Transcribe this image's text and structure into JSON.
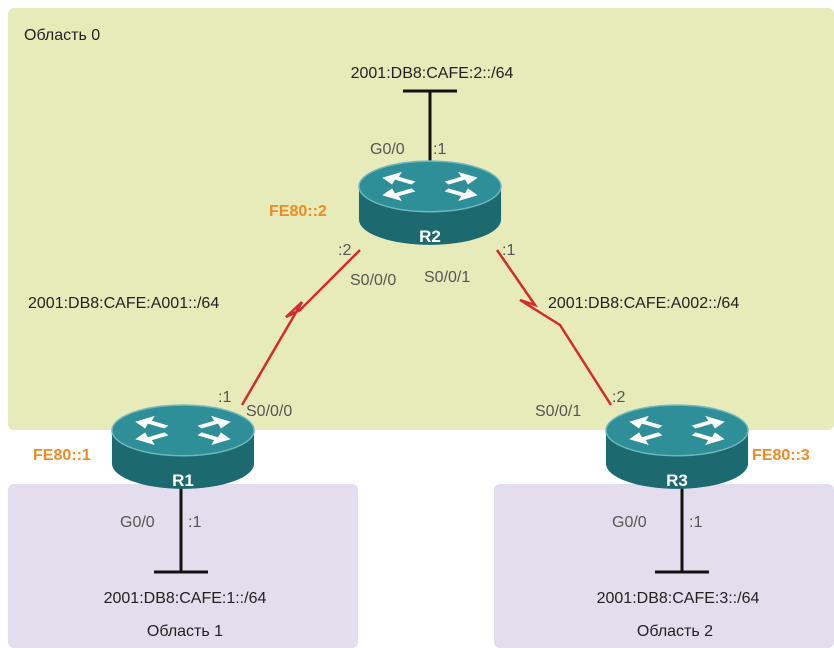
{
  "colors": {
    "area0": "#e7ebb9",
    "area_other": "#e4dded",
    "serial_link": "#d62b2b",
    "lan_line": "#111111",
    "router_top": "#2e8f98",
    "router_side": "#1d6970",
    "link_local": "#f08a24"
  },
  "areas": {
    "area0": "Область 0",
    "area1": "Область 1",
    "area2": "Область 2"
  },
  "routers": {
    "r1": {
      "name": "R1",
      "link_local": "FE80::1"
    },
    "r2": {
      "name": "R2",
      "link_local": "FE80::2"
    },
    "r3": {
      "name": "R3",
      "link_local": "FE80::3"
    }
  },
  "networks": {
    "r2_lan": "2001:DB8:CAFE:2::/64",
    "r1_lan": "2001:DB8:CAFE:1::/64",
    "r3_lan": "2001:DB8:CAFE:3::/64",
    "r1_r2": "2001:DB8:CAFE:A001::/64",
    "r2_r3": "2001:DB8:CAFE:A002::/64"
  },
  "interfaces": {
    "r2_g00": "G0/0",
    "r2_g00_host": ":1",
    "r2_s000": "S0/0/0",
    "r2_s000_host": ":2",
    "r2_s001": "S0/0/1",
    "r2_s001_host": ":1",
    "r1_s000": "S0/0/0",
    "r1_s000_host": ":1",
    "r1_g00": "G0/0",
    "r1_g00_host": ":1",
    "r3_s001": "S0/0/1",
    "r3_s001_host": ":2",
    "r3_g00": "G0/0",
    "r3_g00_host": ":1"
  }
}
